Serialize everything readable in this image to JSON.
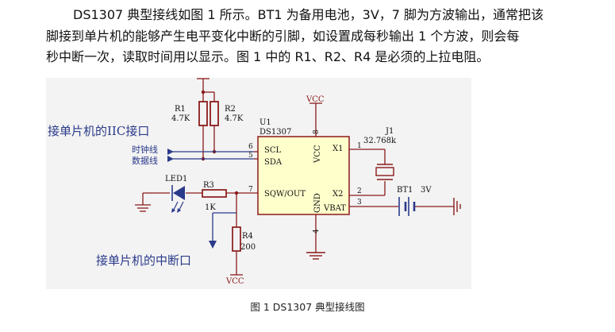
{
  "paragraph": {
    "line1": "DS1307 典型接线如图 1 所示。BT1 为备用电池，3V，7 脚为方波输出，通常把该",
    "line2": "脚接到单片机的能够产生电平变化中断的引脚，如设置成每秒输出 1 个方波，则会每",
    "line3": "秒中断一次，读取时间用以显示。图 1 中的 R1、R2、R4 是必须的上拉电阻。"
  },
  "schematic": {
    "vcc_label": "VCC",
    "r1": {
      "ref": "R1",
      "value": "4.7K"
    },
    "r2": {
      "ref": "R2",
      "value": "4.7K"
    },
    "r3": {
      "ref": "R3",
      "value": "1K"
    },
    "r4": {
      "ref": "R4",
      "value": "200"
    },
    "u1": {
      "ref": "U1",
      "part": "DS1307"
    },
    "pins": {
      "scl": "SCL",
      "sda": "SDA",
      "sqw": "SQW/OUT",
      "x1": "X1",
      "x2": "X2",
      "vbat": "VBAT",
      "vcc": "VCC",
      "gnd": "GND",
      "n6": "6",
      "n5": "5",
      "n7": "7",
      "n8": "8",
      "n1": "1",
      "n2": "2",
      "n3": "3",
      "n4": "4"
    },
    "j1": {
      "ref": "J1",
      "value": "32.768k"
    },
    "bt1": {
      "ref": "BT1",
      "value": "3V"
    },
    "led": {
      "ref": "LED1"
    },
    "iic_label": "接单片机的IIC接口",
    "clock_line": "时钟线",
    "data_line": "数据线",
    "interrupt_label": "接单片机的中断口"
  },
  "caption": "图 1 DS1307 典型接线图"
}
